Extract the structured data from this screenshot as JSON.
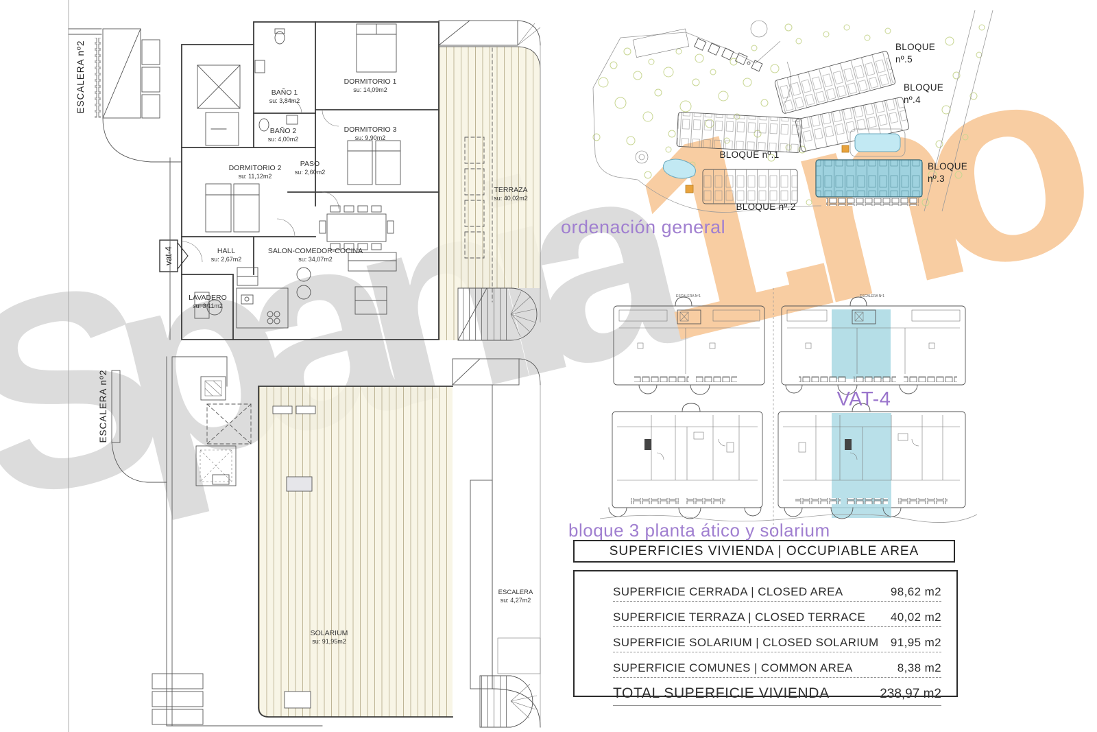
{
  "watermark": {
    "gray_text": "Spania",
    "orange_text": "1.no",
    "gray_color": "#dcdcdc",
    "orange_color": "#f8cda2"
  },
  "plans": {
    "atico": {
      "stair_label": "ESCALERA nº2",
      "unit_tag": "vat-4",
      "rooms": [
        {
          "name": "BAÑO 1",
          "area": "su: 3,84m2"
        },
        {
          "name": "DORMITORIO 1",
          "area": "su: 14,09m2"
        },
        {
          "name": "BAÑO 2",
          "area": "su: 4,00m2"
        },
        {
          "name": "DORMITORIO 3",
          "area": "su: 9,90m2"
        },
        {
          "name": "PASO",
          "area": "su: 2,60m2"
        },
        {
          "name": "DORMITORIO 2",
          "area": "su: 11,12m2"
        },
        {
          "name": "TERRAZA",
          "area": "su: 40,02m2"
        },
        {
          "name": "HALL",
          "area": "su: 2,67m2"
        },
        {
          "name": "SALON-COMEDOR-COCINA",
          "area": "su: 34,07m2"
        },
        {
          "name": "LAVADERO",
          "area": "su: 3,11m2"
        }
      ]
    },
    "solarium": {
      "stair_label": "ESCALERA nº2",
      "rooms": [
        {
          "name": "SOLARIUM",
          "area": "su: 91,95m2"
        },
        {
          "name": "ESCALERA",
          "area": "su: 4,27m2"
        }
      ]
    }
  },
  "site_plan": {
    "caption": "ordenación general",
    "caption_color": "#a07fd0",
    "highlight_color": "#9fd2df",
    "blocks": {
      "b1": "BLOQUE nº.1",
      "b2": "BLOQUE nº.2",
      "b3_line1": "BLOQUE",
      "b3_line2": "nº.3",
      "b4_line1": "BLOQUE",
      "b4_line2": "nº.4",
      "b5_line1": "BLOQUE",
      "b5_line2": "nº.5"
    }
  },
  "unit_plans": {
    "unit_label": "VAT-4",
    "caption": "bloque 3 planta ático y solarium",
    "mini_stair_label": "ESCALERA Nº1",
    "highlight_color": "#a8d8e3"
  },
  "area_table": {
    "header": "SUPERFICIES VIVIENDA  |  OCCUPIABLE AREA",
    "rows": [
      {
        "label": "SUPERFICIE CERRADA  | CLOSED AREA",
        "value": "98,62 m2"
      },
      {
        "label": "SUPERFICIE TERRAZA  | CLOSED TERRACE",
        "value": "40,02 m2"
      },
      {
        "label": "SUPERFICIE SOLARIUM  | CLOSED SOLARIUM",
        "value": "91,95 m2"
      },
      {
        "label": "SUPERFICIE COMUNES  | COMMON AREA",
        "value": "8,38 m2"
      }
    ],
    "total": {
      "label": "TOTAL SUPERFICIE VIVIENDA",
      "value": "238,97 m2"
    }
  }
}
